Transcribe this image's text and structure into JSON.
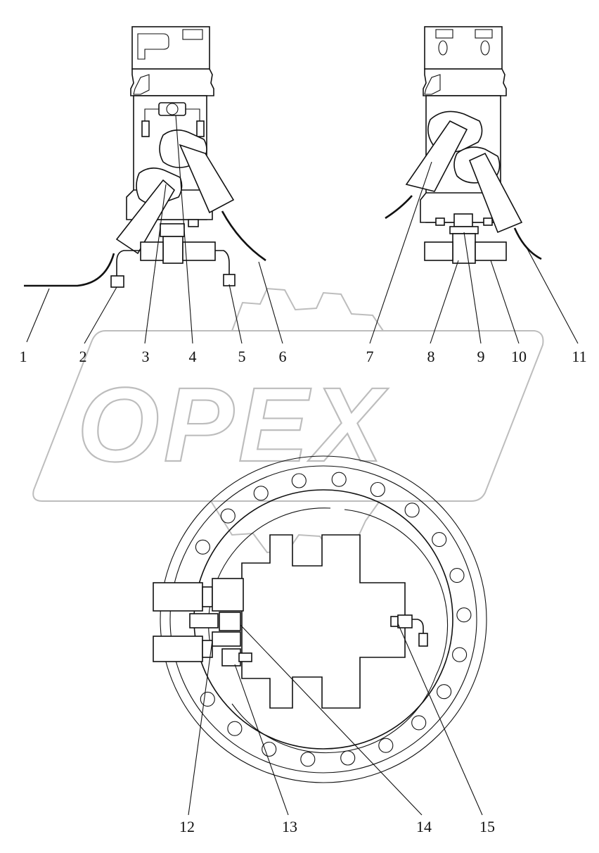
{
  "watermark": {
    "text": "OPEX",
    "color": "#bdbdbd"
  },
  "callouts": [
    "1",
    "2",
    "3",
    "4",
    "5",
    "6",
    "7",
    "8",
    "9",
    "10",
    "11",
    "12",
    "13",
    "14",
    "15"
  ],
  "colors": {
    "line": "#111111",
    "background": "#ffffff"
  }
}
